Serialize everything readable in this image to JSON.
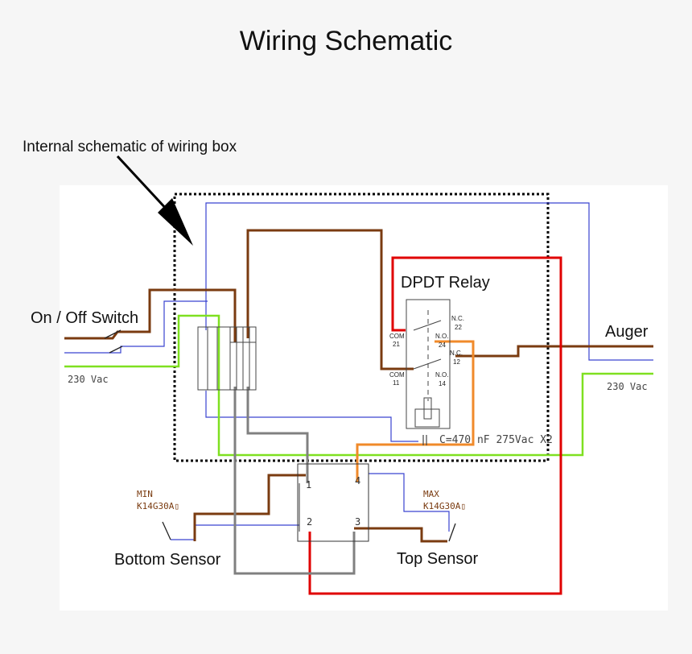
{
  "title": "Wiring Schematic",
  "annotation": "Internal schematic of wiring box",
  "labels": {
    "switch": "On / Off Switch",
    "relay": "DPDT Relay",
    "auger": "Auger",
    "bottom_sensor": "Bottom Sensor",
    "top_sensor": "Top Sensor",
    "supply_left": "230 Vac",
    "supply_right": "230 Vac",
    "capacitor": "C=470 nF 275Vac  X2",
    "min": "MIN",
    "min_part": "K14G30A▯",
    "max": "MAX",
    "max_part": "K14G30A▯"
  },
  "relay_pins": {
    "com21": "COM",
    "p21": "21",
    "com11": "COM",
    "p11": "11",
    "nc22": "N.C.",
    "p22": "22",
    "no24": "N.O.",
    "p24": "24",
    "nc12": "N.C.",
    "p12": "12",
    "no14": "N.O.",
    "p14": "14"
  },
  "sensor_terminals": {
    "t1": "1",
    "t2": "2",
    "t3": "3",
    "t4": "4"
  },
  "colors": {
    "brown": "#7a3b10",
    "blue": "#3a44d0",
    "green": "#7fe020",
    "red": "#e00000",
    "orange": "#f08a2a",
    "gray": "#808080"
  }
}
